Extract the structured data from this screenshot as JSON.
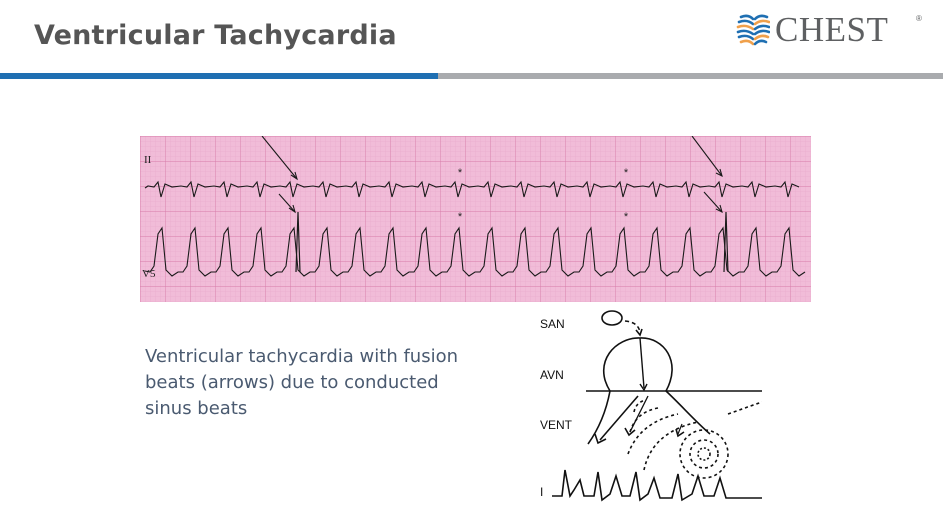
{
  "slide": {
    "title": "Ventricular Tachycardia",
    "caption_lines": [
      "Ventricular tachycardia with fusion",
      "beats (arrows) due to conducted",
      "sinus beats"
    ]
  },
  "logo": {
    "text": "CHEST",
    "registered": "®"
  },
  "ecg": {
    "lead_labels": [
      "II",
      "V5"
    ],
    "annotation_mark": "*"
  },
  "diagram": {
    "labels": [
      "SAN",
      "AVN",
      "VENT",
      "I"
    ]
  },
  "colors": {
    "title": "#555555",
    "rule_blue": "#1f6fb2",
    "rule_gray": "#a9abae",
    "ecg_paper": "#f1bcd8",
    "caption": "#4a5a70",
    "logo_blue": "#1f6fb2",
    "logo_orange": "#f0a04b"
  },
  "icons": {
    "logo_mark": "striped-lungs-logo-icon",
    "arrow": "arrow-icon"
  }
}
